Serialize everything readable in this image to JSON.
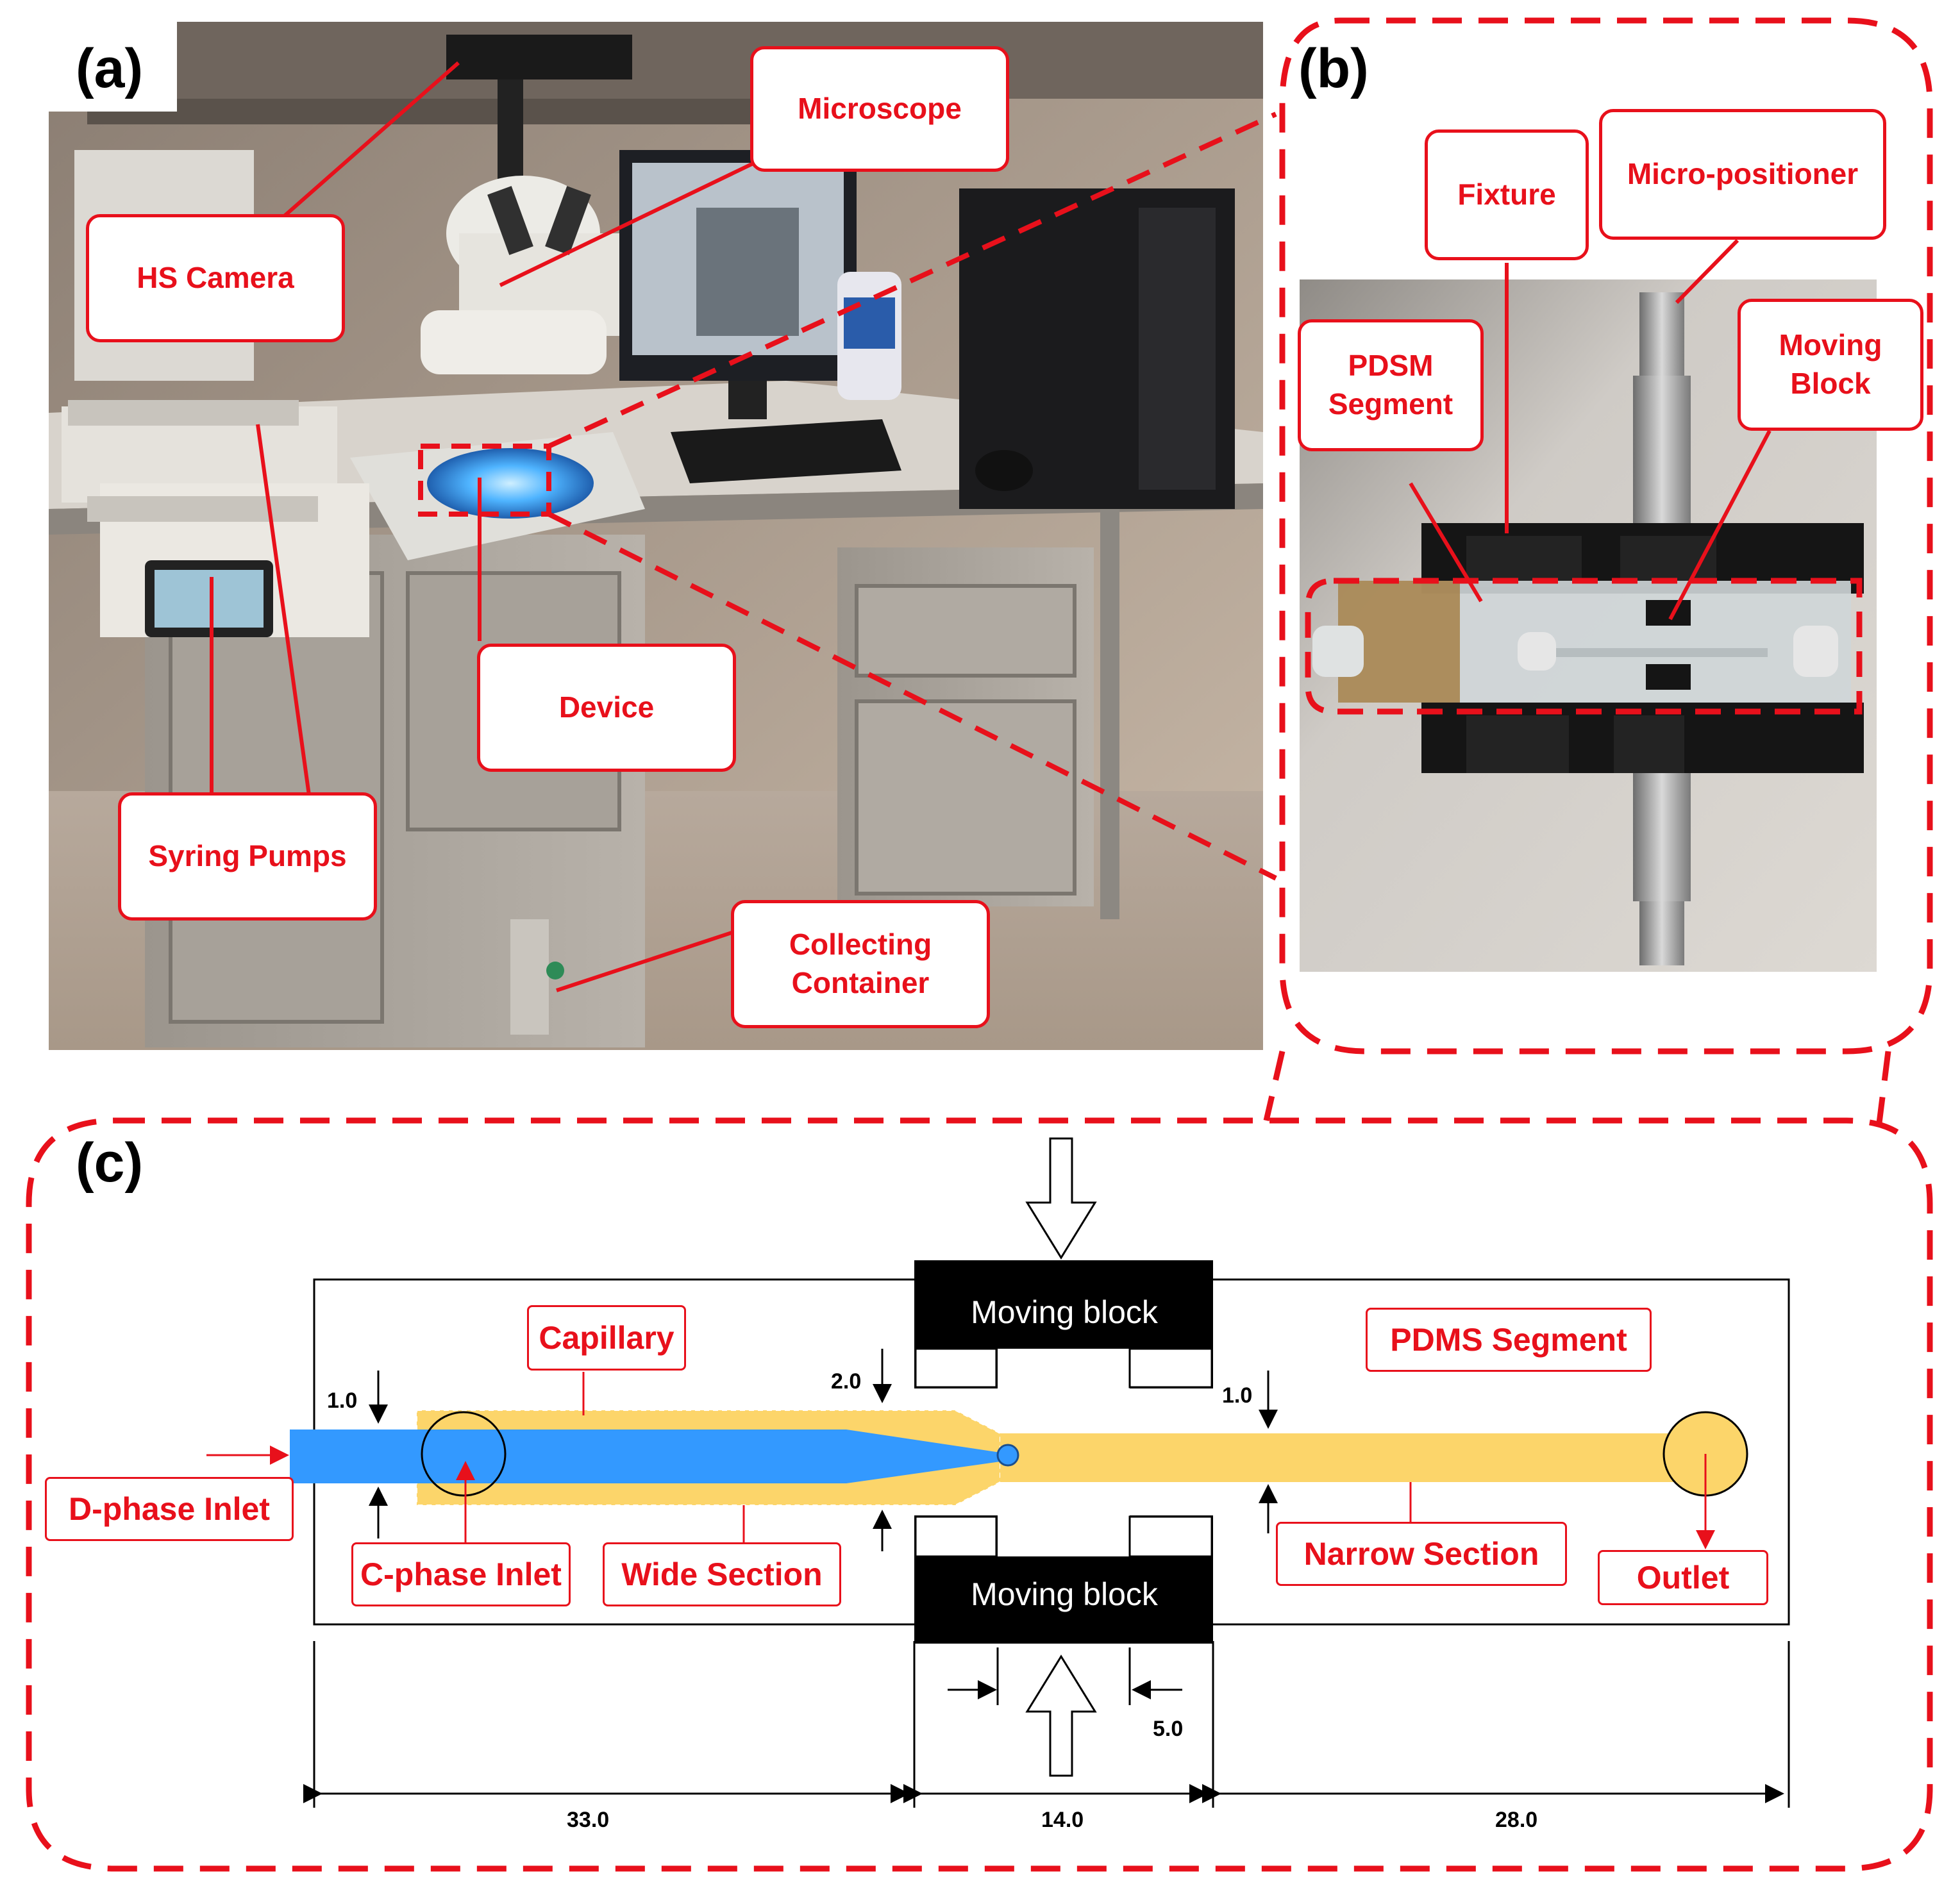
{
  "panels": {
    "a": "(a)",
    "b": "(b)",
    "c": "(c)"
  },
  "photo_a_labels": {
    "microscope": "Microscope",
    "hs_camera": "HS Camera",
    "device": "Device",
    "syring_pumps": "Syring Pumps",
    "collecting_container": "Collecting\nContainer"
  },
  "photo_b_labels": {
    "fixture": "Fixture",
    "micro_positioner": "Micro-positioner",
    "pdsm_segment": "PDSM\nSegment",
    "moving_block": "Moving\nBlock"
  },
  "schematic": {
    "moving_block_top": "Moving block",
    "moving_block_bottom": "Moving block",
    "capillary": "Capillary",
    "pdms_segment": "PDMS Segment",
    "d_phase_inlet": "D-phase Inlet",
    "c_phase_inlet": "C-phase Inlet",
    "wide_section": "Wide Section",
    "narrow_section": "Narrow Section",
    "outlet": "Outlet",
    "dims": {
      "d1": "1.0",
      "d2": "2.0",
      "d3": "1.0",
      "d4": "5.0",
      "len1": "33.0",
      "len2": "14.0",
      "len3": "28.0"
    }
  },
  "colors": {
    "annotation_red": "#e8101b",
    "capillary_blue": "#3399ff",
    "channel_yellow": "#fcd56a",
    "block_black": "#000000"
  }
}
